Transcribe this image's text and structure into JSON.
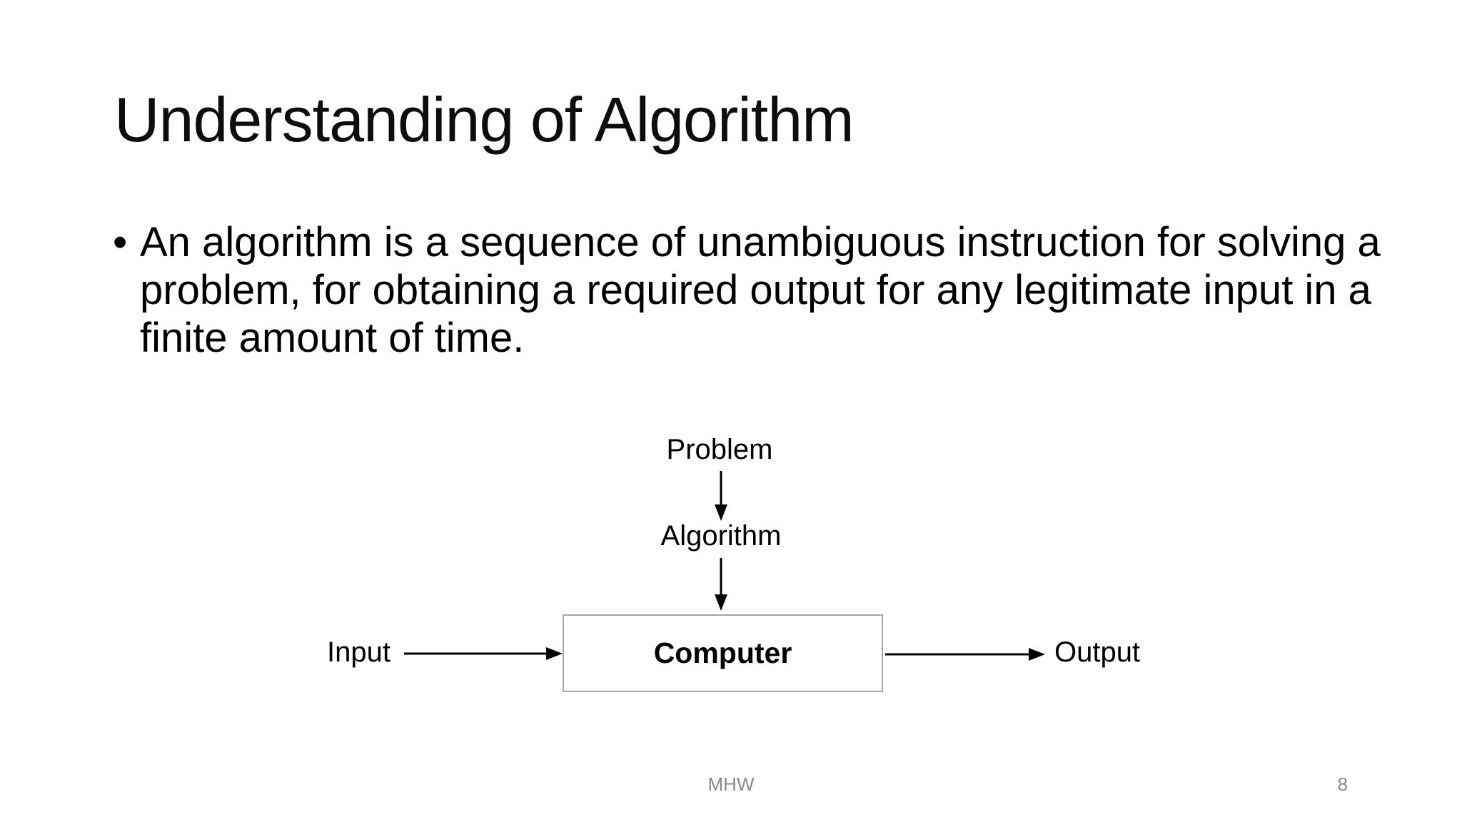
{
  "slide": {
    "title": "Understanding of Algorithm",
    "bullet": {
      "marker": "•",
      "lines": [
        "An algorithm is a sequence of unambiguous instruction for solving a",
        "problem, for obtaining a required output for any legitimate input in a",
        "finite amount of time."
      ]
    },
    "diagram": {
      "problem_label": "Problem",
      "algorithm_label": "Algorithm",
      "computer_label": "Computer",
      "input_label": "Input",
      "output_label": "Output"
    },
    "footer": {
      "text": "MHW",
      "page_number": "8"
    },
    "colors": {
      "background": "#ffffff",
      "text": "#000000",
      "footer_text": "#8a8a8a",
      "box_border": "#a6a6a6"
    }
  }
}
